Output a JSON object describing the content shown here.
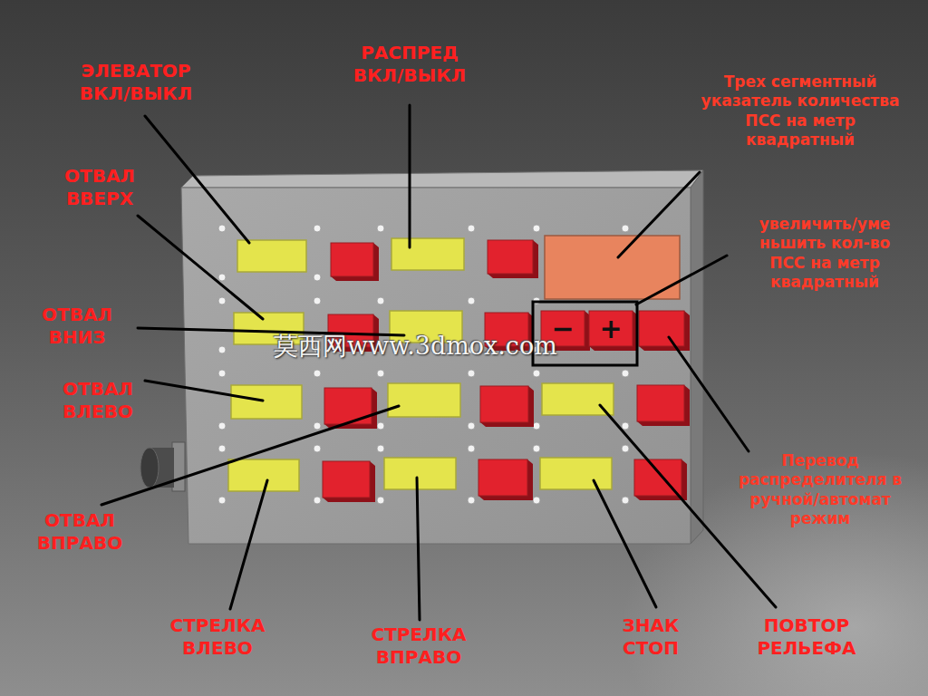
{
  "diagram": {
    "nodes": [
      {
        "text": [
          "−"
        ]
      },
      {
        "text": [
          "+"
        ]
      }
    ],
    "labels": [
      "ЭЛЕВАТОР ВКЛ/ВЫКЛ",
      "РАСПРЕД ВКЛ/ВЫКЛ",
      "Трех сегментный указатель количества ПСС на метр квадратный",
      "ОТВАЛ ВВЕРХ",
      "увеличить/уме ньшить кол-во ПСС на метр квадратный",
      "ОТВАЛ ВНИЗ",
      "ОТВАЛ ВЛЕВО",
      "ОТВАЛ ВПРАВО",
      "Перевод распределителя в ручной/автомат режим",
      "СТРЕЛКА ВЛЕВО",
      "СТРЕЛКА ВПРАВО",
      "ЗНАК СТОП",
      "ПОВТОР РЕЛЬЕФА",
      "莫西网www.3dmox.com"
    ]
  }
}
